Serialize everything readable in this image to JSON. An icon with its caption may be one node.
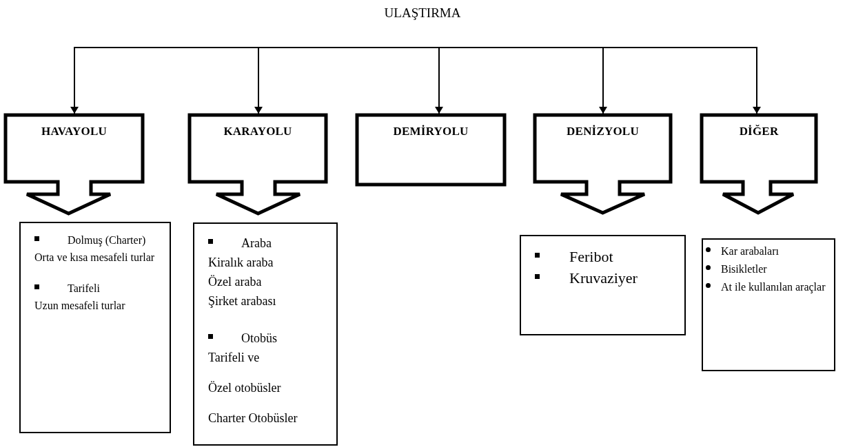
{
  "diagram": {
    "title": "ULAŞTIRMA",
    "nodes": [
      {
        "text": [
          "HAVAYOLU"
        ]
      },
      {
        "text": [
          "KARAYOLU"
        ]
      },
      {
        "text": [
          "DEMİRYOLU"
        ]
      },
      {
        "text": [
          "DENİZYOLU"
        ]
      },
      {
        "text": [
          "DİĞER"
        ]
      },
      {
        "text": [
          "Dolmuş (Charter)",
          "Orta ve kısa mesafeli turlar",
          "Tarifeli",
          "Uzun mesafeli turlar"
        ]
      },
      {
        "text": [
          "Araba",
          "Kiralık araba",
          "Özel araba",
          "Şirket arabası",
          "Otobüs",
          "Tarifeli ve",
          "Özel otobüsler",
          "Charter Otobüsler"
        ]
      },
      {
        "text": [
          "Feribot",
          "Kruvaziyer"
        ]
      },
      {
        "text": [
          "Kar arabaları",
          "Bisikletler",
          "At ile kullanılan araçlar"
        ]
      }
    ],
    "edges": [
      {
        "from": null,
        "to": 0,
        "arrow": "to"
      },
      {
        "from": null,
        "to": 1,
        "arrow": "to"
      },
      {
        "from": null,
        "to": 2,
        "arrow": "to"
      },
      {
        "from": null,
        "to": 3,
        "arrow": "to"
      },
      {
        "from": null,
        "to": 4,
        "arrow": "to"
      }
    ]
  }
}
